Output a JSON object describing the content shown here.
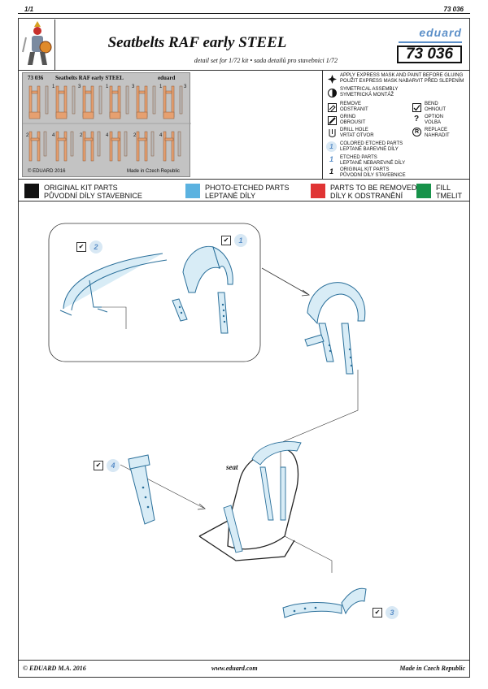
{
  "header": {
    "page": "1/1",
    "code_small": "73 036",
    "brand": "eduard",
    "title": "Seatbelts RAF early STEEL",
    "subtitle": "detail set for 1/72  kit • sada detailů pro stavebnici 1/72",
    "code": "73 036"
  },
  "fret": {
    "code": "73 036",
    "name": "Seatbelts RAF early STEEL",
    "brand": "eduard",
    "copyright": "© EDUARD 2016",
    "origin": "Made in Czech Republic",
    "numbers_top": [
      "1",
      "3",
      "1",
      "3",
      "1",
      "3"
    ],
    "numbers_bottom": [
      "2",
      "4",
      "2",
      "4",
      "2",
      "4"
    ]
  },
  "legend": [
    {
      "icon": "spray-icon",
      "lines": [
        "APPLY EXPRESS MASK AND PAINT BEFORE GLUING",
        "POUŽIT EXPRESS MASK NABARVIT PŘED SLEPENÍM"
      ]
    },
    {
      "icon": "symmetry-icon",
      "lines": [
        "SYMETRICAL ASSEMBLY",
        "SYMETRICKÁ MONTÁŽ"
      ]
    },
    {
      "icon": "eraser-icon",
      "lines": [
        "REMOVE",
        "ODSTRANIT"
      ]
    },
    {
      "icon": "file-icon",
      "lines": [
        "GRIND",
        "OBROUSIT"
      ]
    },
    {
      "icon": "drill-icon",
      "lines": [
        "DRILL HOLE",
        "VRTAT OTVOR"
      ]
    },
    {
      "icon": "colored-etched-icon",
      "lines": [
        "COLORED ETCHED PARTS",
        "LEPTANÉ BAREVNÉ DÍLY"
      ]
    },
    {
      "icon": "etched-icon",
      "lines": [
        "ETCHED PARTS",
        "LEPTANÉ NEBAREVNÉ DÍLY"
      ]
    },
    {
      "icon": "kit-part-icon",
      "lines": [
        "ORIGINAL KIT PARTS",
        "PŮVODNÍ DÍLY STAVEBNICE"
      ]
    },
    {
      "icon": "bend-icon",
      "lines": [
        "BEND",
        "OHNOUT"
      ]
    },
    {
      "icon": "option-icon",
      "lines": [
        "OPTION",
        "VOLBA"
      ]
    },
    {
      "icon": "replace-icon",
      "lines": [
        "REPLACE",
        "NAHRADIT"
      ]
    }
  ],
  "legend_marks": {
    "colored": "1",
    "etched": "1",
    "kit": "1",
    "option": "?",
    "replace": "R"
  },
  "swatches": [
    {
      "color": "#111111",
      "line1": "ORIGINAL KIT PARTS",
      "line2": "PŮVODNÍ DÍLY STAVEBNICE"
    },
    {
      "color": "#5bb2e0",
      "line1": "PHOTO-ETCHED PARTS",
      "line2": "LEPTANÉ DÍLY"
    },
    {
      "color": "#e03434",
      "line1": "PARTS TO BE REMOVED",
      "line2": "DÍLY K ODSTRANĚNÍ"
    },
    {
      "color": "#17924a",
      "line1": "FILL",
      "line2": "TMELIT"
    }
  ],
  "steps": {
    "s1": "1",
    "s2": "2",
    "s3": "3",
    "s4": "4",
    "check": "✔"
  },
  "seat_label": "seat",
  "footer": {
    "left": "© EDUARD  M.A. 2016",
    "center": "www.eduard.com",
    "right": "Made in Czech Republic"
  }
}
